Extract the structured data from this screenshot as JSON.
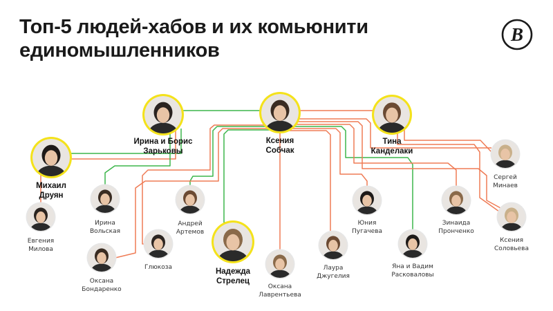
{
  "title_line1": "Топ-5 людей-хабов и их комьюнити",
  "title_line2": "единомышленников",
  "logo": {
    "icon": "publication-monogram-icon",
    "glyph": "B"
  },
  "colors": {
    "link_orange": "#ef7b55",
    "link_green": "#3bb54a",
    "hub_ring": "#f4e21b",
    "node_ring": "#e6e6e6"
  },
  "people": [
    {
      "id": "zarkovy",
      "hub": true,
      "name1": "Ирина и Борис",
      "name2": "Зарьковы"
    },
    {
      "id": "sobchak",
      "hub": true,
      "name1": "Ксения",
      "name2": "Собчак"
    },
    {
      "id": "kandelaki",
      "hub": true,
      "name1": "Тина",
      "name2": "Канделаки"
    },
    {
      "id": "druyan",
      "hub": true,
      "name1": "Михаил",
      "name2": "Друян"
    },
    {
      "id": "strelets",
      "hub": true,
      "name1": "Надежда",
      "name2": "Стрелец"
    },
    {
      "id": "minaev",
      "hub": false,
      "name1": "Сергей",
      "name2": "Минаев"
    },
    {
      "id": "milova",
      "hub": false,
      "name1": "Евгения",
      "name2": "Милова"
    },
    {
      "id": "volskaya",
      "hub": false,
      "name1": "Ирина",
      "name2": "Вольская"
    },
    {
      "id": "artemov",
      "hub": false,
      "name1": "Андрей",
      "name2": "Артемов"
    },
    {
      "id": "pugacheva",
      "hub": false,
      "name1": "Юния",
      "name2": "Пугачева"
    },
    {
      "id": "pronchenko",
      "hub": false,
      "name1": "Зинаида",
      "name2": "Пронченко"
    },
    {
      "id": "solovyeva",
      "hub": false,
      "name1": "Ксения",
      "name2": "Соловьева"
    },
    {
      "id": "glyukoza",
      "hub": false,
      "name1": "Глюкоза",
      "name2": ""
    },
    {
      "id": "bondarenko",
      "hub": false,
      "name1": "Оксана",
      "name2": "Бондаренко"
    },
    {
      "id": "dzhugeliya",
      "hub": false,
      "name1": "Лаура",
      "name2": "Джугелия"
    },
    {
      "id": "raskovalovy",
      "hub": false,
      "name1": "Яна и Вадим",
      "name2": "Расковаловы"
    },
    {
      "id": "lavrentyeva",
      "hub": false,
      "name1": "Оксана",
      "name2": "Лаврентьева"
    }
  ],
  "links": [
    {
      "from": "sobchak",
      "to": "zarkovy",
      "color": "green"
    },
    {
      "from": "sobchak",
      "to": "kandelaki",
      "color": "orange"
    },
    {
      "from": "zarkovy",
      "to": "druyan",
      "color": "green"
    },
    {
      "from": "zarkovy",
      "to": "milova",
      "color": "orange"
    },
    {
      "from": "zarkovy",
      "to": "volskaya",
      "color": "green"
    },
    {
      "from": "sobchak",
      "to": "glyukoza",
      "color": "orange"
    },
    {
      "from": "sobchak",
      "to": "artemov",
      "color": "green"
    },
    {
      "from": "sobchak",
      "to": "bondarenko",
      "color": "orange"
    },
    {
      "from": "sobchak",
      "to": "strelets",
      "color": "green"
    },
    {
      "from": "sobchak",
      "to": "lavrentyeva",
      "color": "orange"
    },
    {
      "from": "sobchak",
      "to": "dzhugeliya",
      "color": "orange"
    },
    {
      "from": "sobchak",
      "to": "pugacheva",
      "color": "orange"
    },
    {
      "from": "sobchak",
      "to": "raskovalovy",
      "color": "green"
    },
    {
      "from": "sobchak",
      "to": "pronchenko",
      "color": "orange"
    },
    {
      "from": "sobchak",
      "to": "solovyeva",
      "color": "orange"
    },
    {
      "from": "sobchak",
      "to": "minaev",
      "color": "orange"
    },
    {
      "from": "kandelaki",
      "to": "minaev",
      "color": "orange"
    },
    {
      "from": "kandelaki",
      "to": "solovyeva",
      "color": "orange"
    }
  ]
}
